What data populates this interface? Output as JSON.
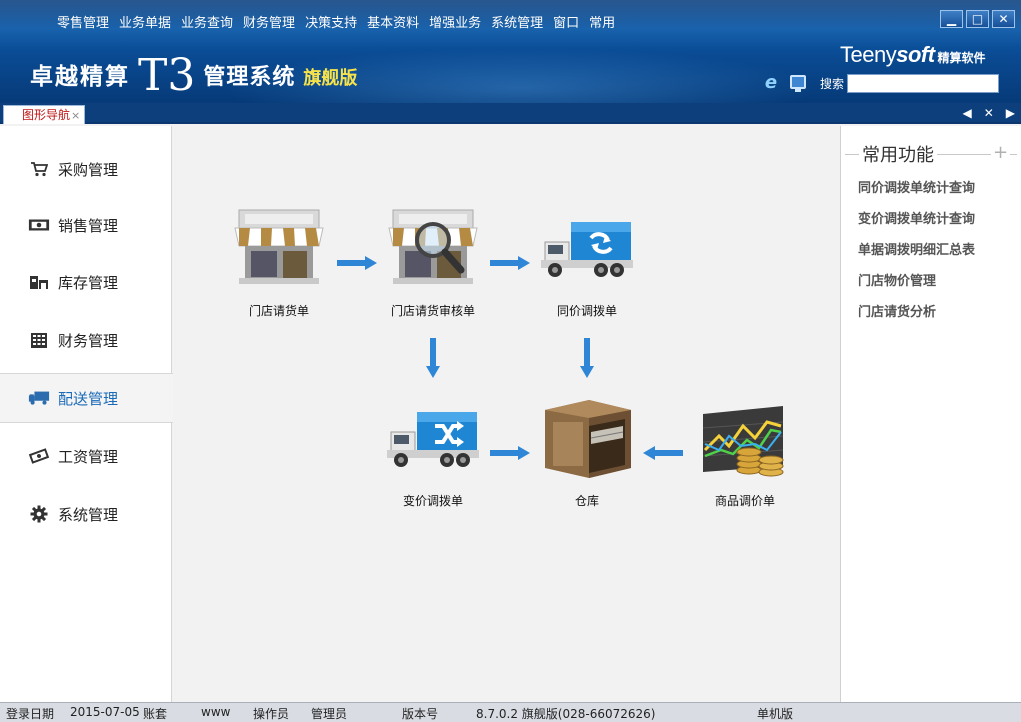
{
  "menu": [
    "零售管理",
    "业务单据",
    "业务查询",
    "财务管理",
    "决策支持",
    "基本资料",
    "增强业务",
    "系统管理",
    "窗口",
    "常用"
  ],
  "brand": {
    "name": "卓越精算",
    "version": "T3",
    "product": "管理系统",
    "edition": "旗舰版"
  },
  "company": {
    "logo_prefix": "Teeny",
    "logo_suffix": "soft",
    "cn_name": "精算软件"
  },
  "window_controls": [
    "minimize",
    "maximize",
    "close"
  ],
  "search": {
    "label": "搜索",
    "value": ""
  },
  "tabs": [
    {
      "label": "图形导航",
      "close": "×"
    }
  ],
  "tab_nav": {
    "prev": "◀",
    "close": "✕",
    "next": "▶"
  },
  "sidebar": {
    "items": [
      {
        "label": "采购管理",
        "icon": "cart-icon",
        "active": false
      },
      {
        "label": "销售管理",
        "icon": "cash-icon",
        "active": false
      },
      {
        "label": "库存管理",
        "icon": "warehouse-icon",
        "active": false
      },
      {
        "label": "财务管理",
        "icon": "ledger-icon",
        "active": false
      },
      {
        "label": "配送管理",
        "icon": "truck-icon",
        "active": true
      },
      {
        "label": "工资管理",
        "icon": "money-icon",
        "active": false
      },
      {
        "label": "系统管理",
        "icon": "gear-icon",
        "active": false
      }
    ]
  },
  "flow": {
    "nodes": [
      {
        "id": "store-request",
        "label": "门店请货单",
        "icon": "store-icon"
      },
      {
        "id": "store-request-audit",
        "label": "门店请货审核单",
        "icon": "store-search-icon"
      },
      {
        "id": "same-price-transfer",
        "label": "同价调拨单",
        "icon": "truck-refresh-icon"
      },
      {
        "id": "var-price-transfer",
        "label": "变价调拨单",
        "icon": "truck-shuffle-icon"
      },
      {
        "id": "warehouse",
        "label": "仓库",
        "icon": "warehouse-box-icon"
      },
      {
        "id": "price-adjust",
        "label": "商品调价单",
        "icon": "chart-coins-icon"
      }
    ]
  },
  "right_panel": {
    "title": "常用功能",
    "plus": "+",
    "links": [
      "同价调拨单统计查询",
      "变价调拨单统计查询",
      "单据调拨明细汇总表",
      "门店物价管理",
      "门店请货分析"
    ]
  },
  "status": {
    "login_date_label": "登录日期",
    "login_date": "2015-07-05",
    "account_label": "账套",
    "account": "www",
    "operator_label": "操作员",
    "operator": "管理员",
    "version_label": "版本号",
    "version": "8.7.0.2 旗舰版(028-66072626)",
    "mode": "单机版"
  },
  "colors": {
    "header": "#0d5aa8",
    "edition": "#f6e24a",
    "arrow": "#2f86d6",
    "active_side": "#1a6ab8",
    "tab_text": "#c01616"
  }
}
